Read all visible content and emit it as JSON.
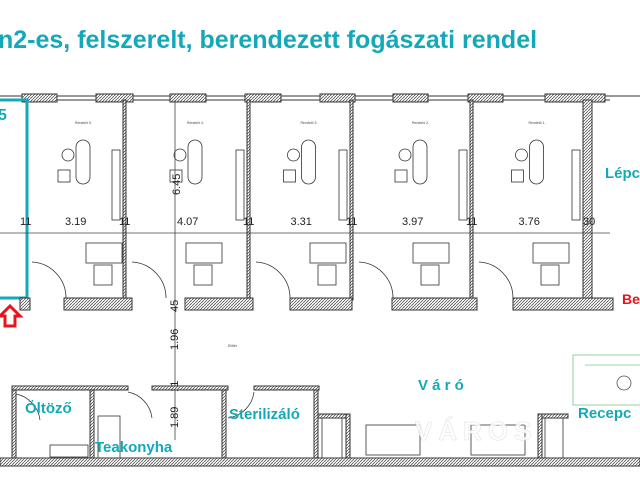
{
  "title": "n2-es, felszerelt, berendezett fogászati rendel",
  "accent_color": "#13a9b8",
  "highlight_color": "#e8141c",
  "partial_label_left": "5",
  "rooms": [
    {
      "label": "Rendelő 5.",
      "width": "3.19"
    },
    {
      "label": "Rendelő 4.",
      "width": "4.07"
    },
    {
      "label": "Rendelő 3.",
      "width": "3.31"
    },
    {
      "label": "Rendelő 2.",
      "width": "3.97"
    },
    {
      "label": "Rendelő 1.",
      "width": "3.76"
    }
  ],
  "wall_dims": [
    "11",
    "11",
    "11",
    "11",
    "11",
    "30"
  ],
  "vertical_dims": {
    "room_depth": "6.45",
    "wall": "45",
    "corridor": "1.96",
    "wall2": "11",
    "lower": "1.89"
  },
  "corridor_label": "Előtér",
  "labels": {
    "stairs": "Lépc",
    "entrance": "Be",
    "changing": "Öltöző",
    "kitchen": "Teakonyha",
    "sterilizer": "Sterilizáló",
    "waiting": "V á r ó",
    "reception": "Recepc"
  },
  "watermark": "VÁROS"
}
